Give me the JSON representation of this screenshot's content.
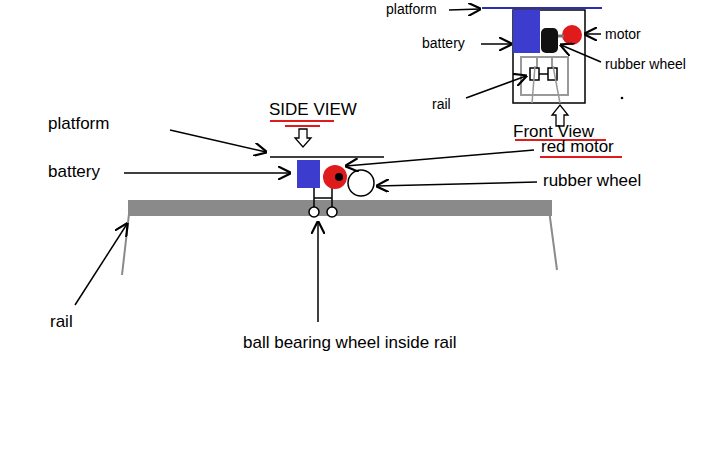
{
  "diagram": {
    "labels": [
      "platform",
      "battery",
      "motor",
      "rubber wheel",
      "rail",
      "Front View",
      "SIDE VIEW",
      "platform",
      "red motor",
      "battery",
      "rubber wheel",
      "rail",
      "ball bearing wheel inside rail"
    ]
  }
}
